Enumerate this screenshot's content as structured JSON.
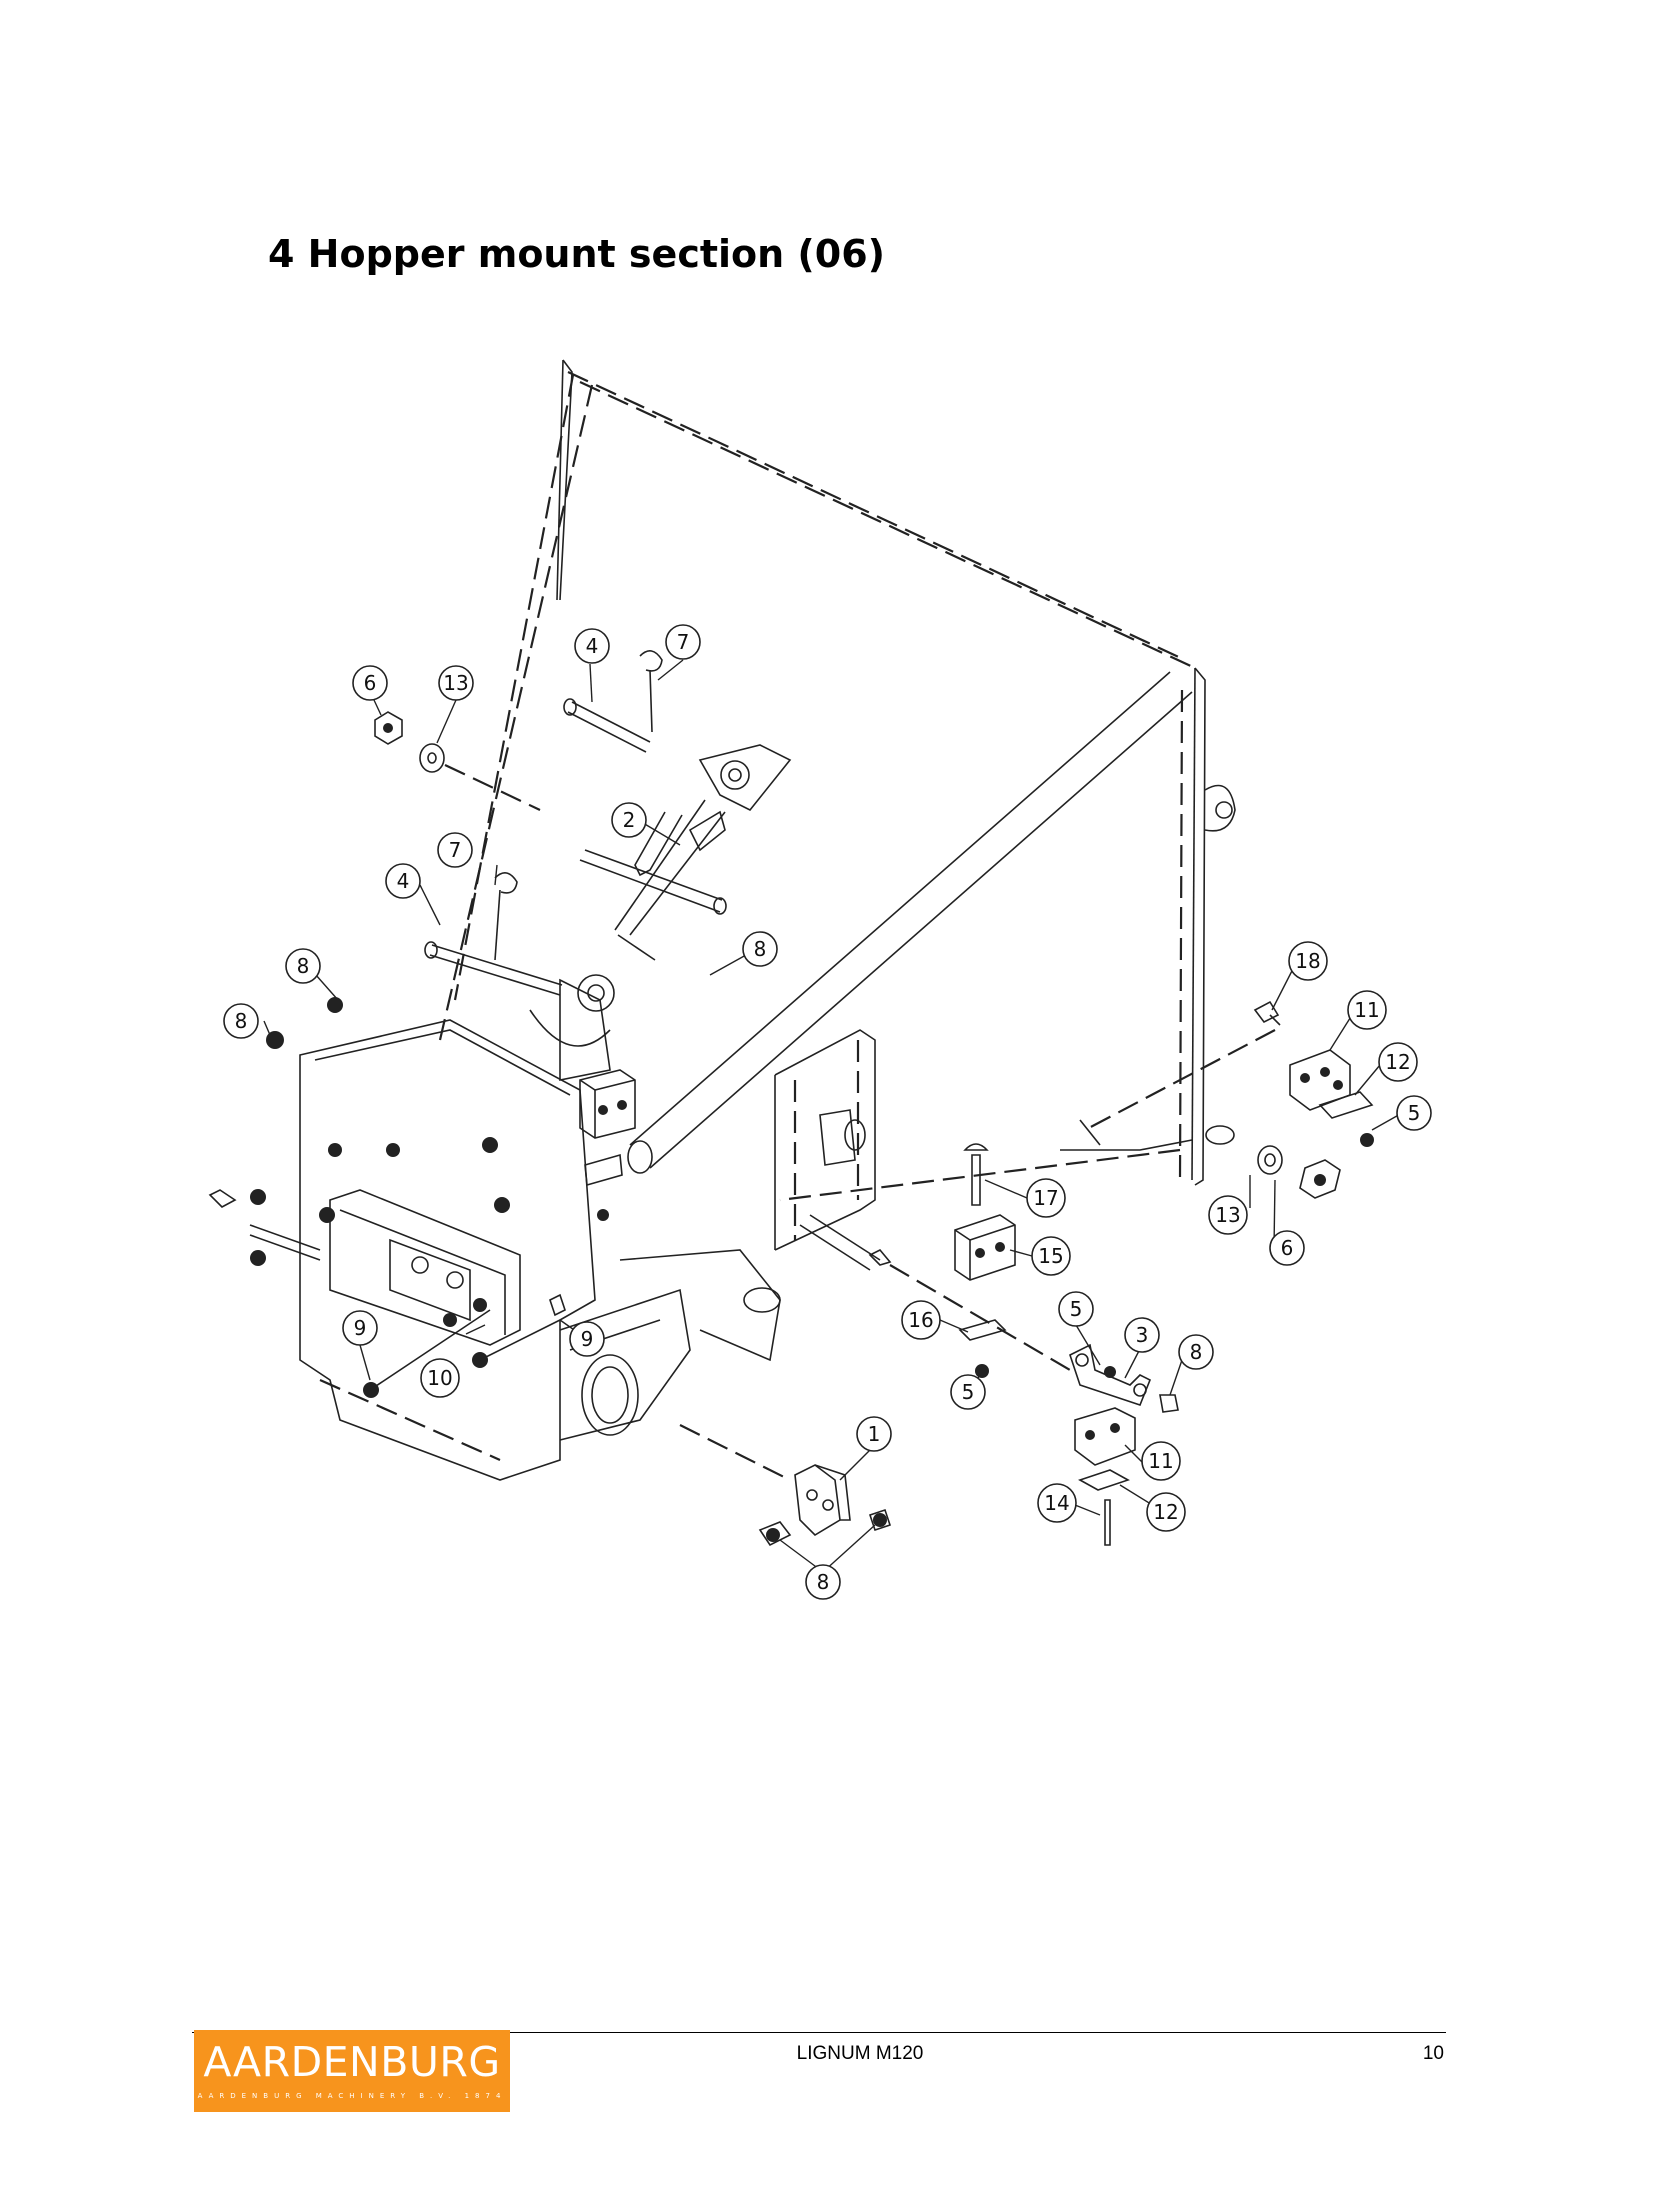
{
  "page": {
    "title": "4 Hopper mount section (06)"
  },
  "drawing": {
    "callouts": [
      "1",
      "2",
      "3",
      "4",
      "5",
      "6",
      "7",
      "8",
      "9",
      "10",
      "11",
      "12",
      "13",
      "14",
      "15",
      "16",
      "17",
      "18"
    ]
  },
  "footer": {
    "logo_text": "AARDENBURG",
    "logo_subtext": "AARDENBURG MACHINERY B.V. 1874",
    "document_name": "LIGNUM M120",
    "page_number": "10"
  }
}
